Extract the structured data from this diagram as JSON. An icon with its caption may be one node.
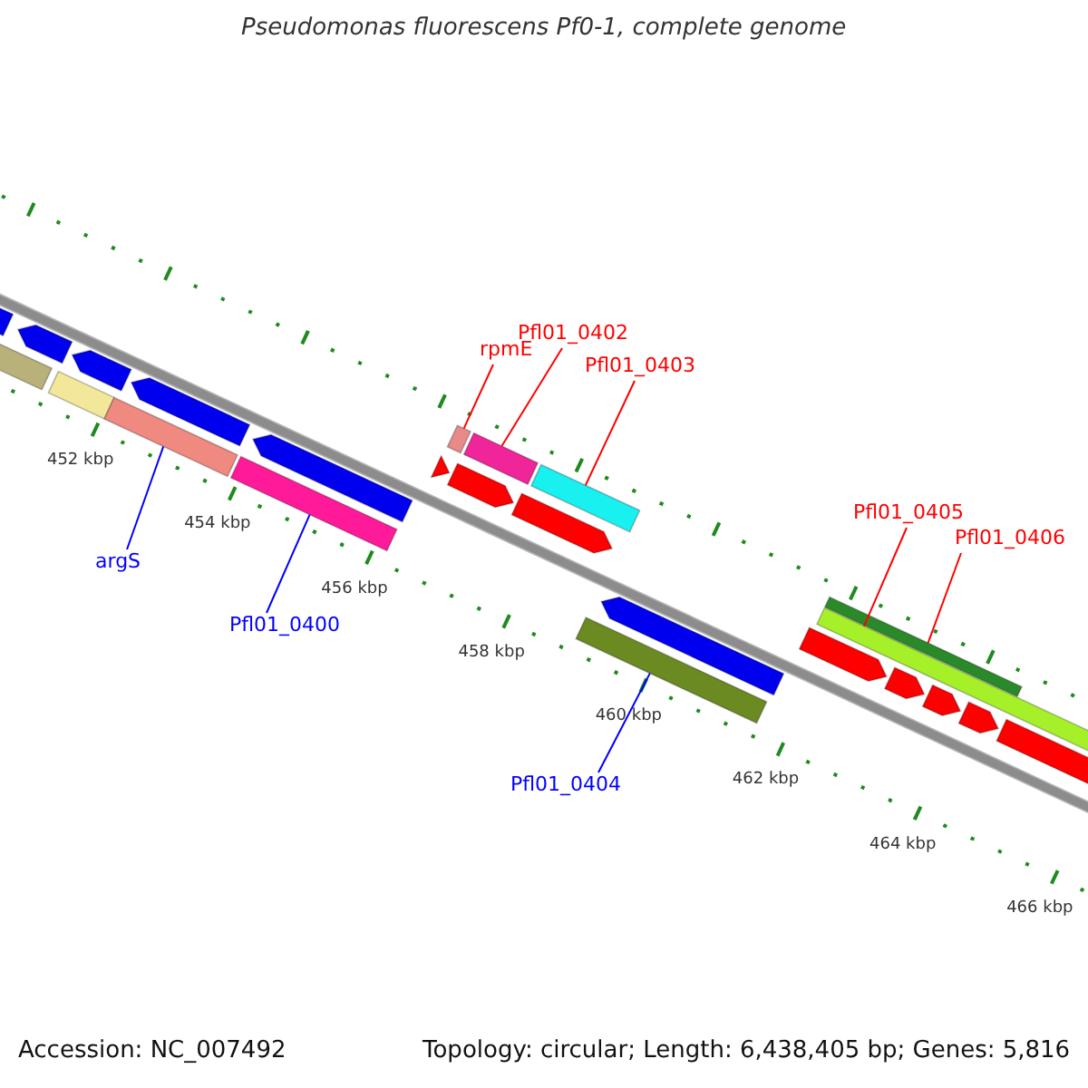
{
  "diagram": {
    "title": "Pseudomonas fluorescens Pf0-1, complete genome",
    "nodes": [
      {
        "text": [
          "Pfl01_0402"
        ]
      },
      {
        "text": [
          "rpmE"
        ]
      },
      {
        "text": [
          "Pfl01_0403"
        ]
      },
      {
        "text": [
          "Pfl01_0405"
        ]
      },
      {
        "text": [
          "Pfl01_0406"
        ]
      },
      {
        "text": [
          "argS"
        ]
      },
      {
        "text": [
          "Pfl01_0400"
        ]
      },
      {
        "text": [
          "Pfl01_0404"
        ]
      },
      {
        "text": [],
        "shape": "bar"
      },
      {
        "text": [],
        "shape": "bar"
      },
      {
        "text": [],
        "shape": "bar"
      },
      {
        "text": [],
        "shape": "bar"
      },
      {
        "text": [],
        "shape": "bar"
      },
      {
        "text": [],
        "shape": "bar"
      },
      {
        "text": [],
        "shape": "bar"
      },
      {
        "text": [],
        "shape": "bar"
      },
      {
        "text": [],
        "shape": "pentagon"
      },
      {
        "text": [],
        "shape": "bar"
      },
      {
        "text": [],
        "shape": "pentagon"
      },
      {
        "text": [],
        "shape": "pentagon"
      },
      {
        "text": [],
        "shape": "bar"
      },
      {
        "text": [],
        "shape": "pentagon"
      },
      {
        "text": [],
        "shape": "pentagon"
      },
      {
        "text": [],
        "shape": "pentagon"
      },
      {
        "text": [],
        "shape": "pentagon"
      },
      {
        "text": [],
        "shape": "pentagon"
      },
      {
        "text": [],
        "shape": "pentagon"
      },
      {
        "text": [],
        "shape": "pentagon"
      },
      {
        "text": [],
        "shape": "pentagon"
      },
      {
        "text": [],
        "shape": "pentagon"
      },
      {
        "text": [],
        "shape": "pentagon"
      },
      {
        "text": [],
        "shape": "pentagon"
      }
    ],
    "edges": [
      {
        "from": 5,
        "to": 8,
        "arrow": "none",
        "color": "#0000ff"
      },
      {
        "from": 6,
        "to": 9,
        "arrow": "none",
        "color": "#0000ff"
      },
      {
        "from": 1,
        "to": 10,
        "arrow": "none"
      },
      {
        "from": 0,
        "to": 11,
        "arrow": "none"
      },
      {
        "from": 2,
        "to": 12,
        "arrow": "none"
      },
      {
        "from": 7,
        "to": 13,
        "arrow": "none",
        "color": "#0000ff"
      },
      {
        "from": 3,
        "to": 14,
        "arrow": "none"
      },
      {
        "from": 4,
        "to": 15,
        "arrow": "none"
      }
    ],
    "labels": [
      "452 kbp",
      "454 kbp",
      "456 kbp",
      "458 kbp",
      "460 kbp",
      "462 kbp",
      "464 kbp",
      "466 kbp",
      "Accession: NC_007492",
      "Topology: circular; Length: 6,438,405 bp; Genes: 5,816"
    ]
  }
}
